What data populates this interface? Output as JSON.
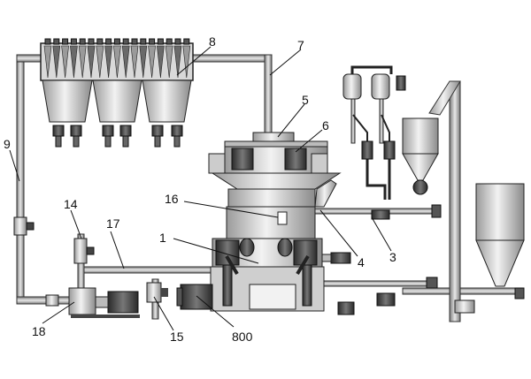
{
  "figure": {
    "callouts": {
      "mill": "1",
      "feeder": "3",
      "classifier_drive": "4",
      "classifier": "5",
      "separator": "6",
      "duct": "7",
      "bag_filter": "8",
      "return_pipe": "9",
      "valve": "14",
      "fan": "15",
      "sensor": "16",
      "hot_air_pipe": "17",
      "motor": "18",
      "main_motor": "800"
    }
  }
}
